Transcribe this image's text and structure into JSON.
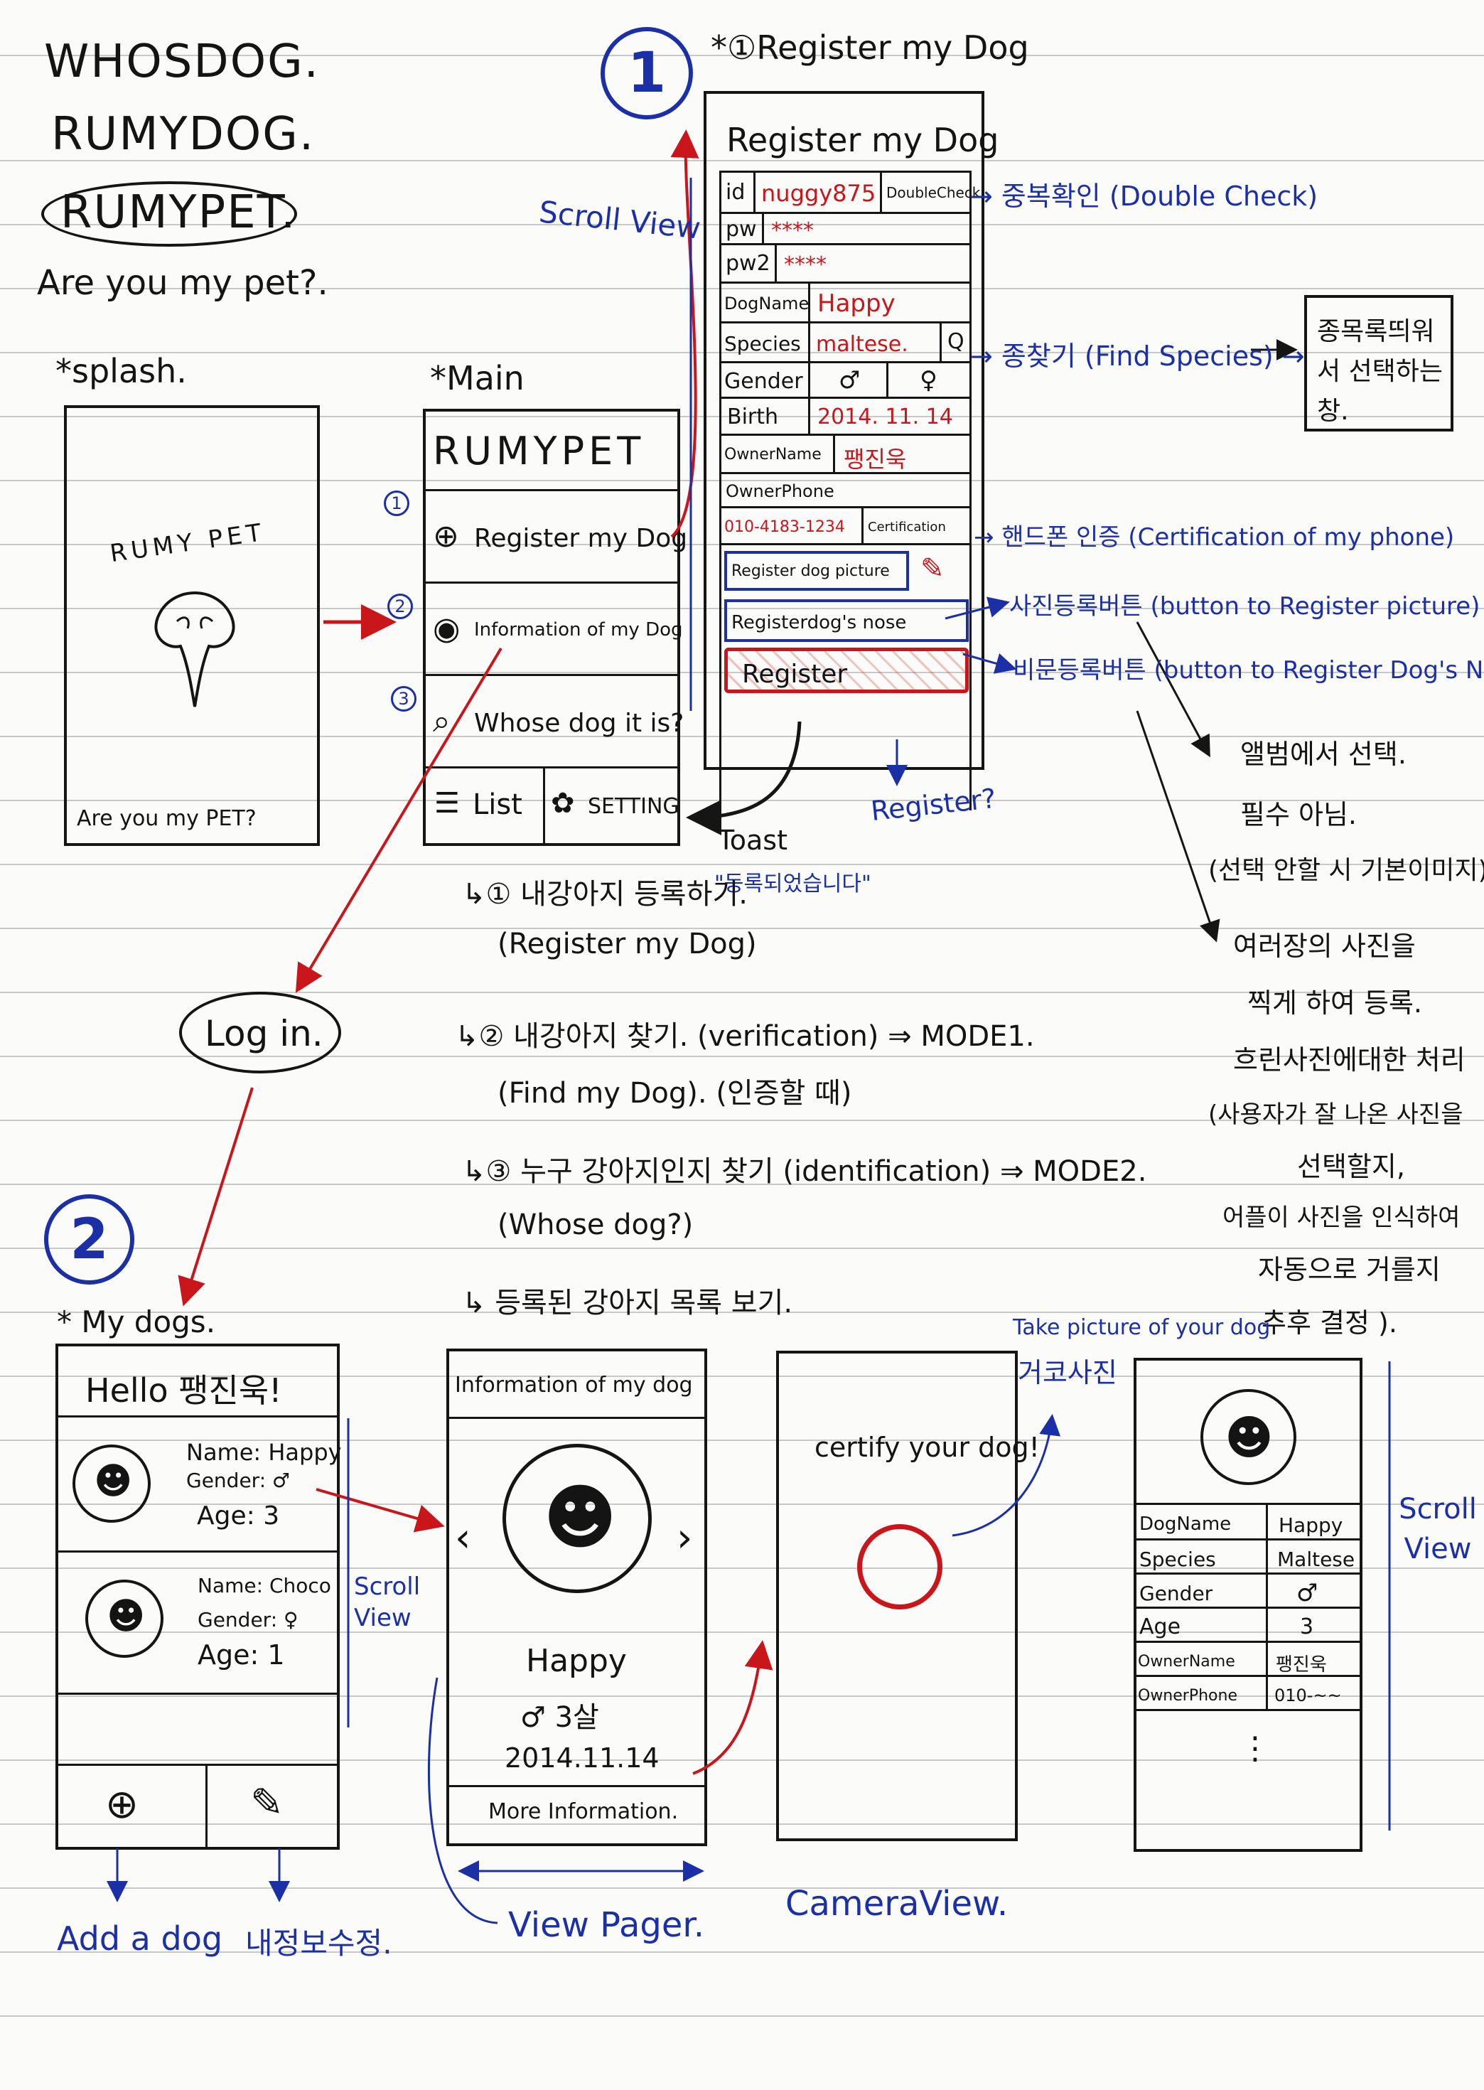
{
  "titles": {
    "line1": "WHOSDOG.",
    "line2": "RUMYDOG.",
    "line3": "RUMYPET.",
    "tagline": "Are you my pet?."
  },
  "splash": {
    "label": "*splash.",
    "logo_text": "RUMY PET",
    "footer": "Are you my PET?"
  },
  "main": {
    "label": "*Main",
    "header": "RUMYPET",
    "items": [
      {
        "num": "1",
        "icon": "plus-icon",
        "label": "Register my Dog"
      },
      {
        "num": "2",
        "icon": "dog-icon",
        "label": "Information of my Dog"
      },
      {
        "num": "3",
        "icon": "search-icon",
        "label": "Whose dog it is?"
      }
    ],
    "list_label": "List",
    "setting_label": "SETTING",
    "toast_label": "Toast",
    "toast_msg": "\"등록되었습니다\""
  },
  "notes": [
    {
      "text": "↳① 내강아지 등록하기.",
      "sub": "(Register my Dog)"
    },
    {
      "text": "↳② 내강아지 찾기.  (verification) ⇒ MODE1.",
      "sub": "(Find my Dog).   (인증할 때)"
    },
    {
      "text": "↳③ 누구 강아지인지 찾기 (identification) ⇒ MODE2.",
      "sub": "(Whose dog?)"
    },
    {
      "text": "↳ 등록된 강아지 목록 보기.",
      "sub": ""
    }
  ],
  "login": "Log in.",
  "register": {
    "section_num": "1",
    "label": "*①Register my Dog",
    "header": "Register my Dog",
    "scroll_view": "Scroll View",
    "fields": {
      "id_label": "id",
      "id_value": "nuggy875",
      "double_check": "DoubleCheck",
      "pw_label": "pw",
      "pw_value": "****",
      "pw2_label": "pw2",
      "pw2_value": "****",
      "dogname_label": "DogName",
      "dogname_value": "Happy",
      "species_label": "Species",
      "species_value": "maltese.",
      "species_btn": "Q",
      "gender_label": "Gender",
      "gender_m": "♂",
      "gender_f": "♀",
      "birth_label": "Birth",
      "birth_value": "2014. 11. 14",
      "owner_label": "OwnerName",
      "owner_value": "팽진욱",
      "phone_label": "OwnerPhone",
      "phone_value": "010-4183-1234",
      "cert_btn": "Certification",
      "picture_btn": "Register dog picture",
      "nose_btn": "Registerdog's nose",
      "register_btn": "Register"
    },
    "register_note": "Register?",
    "annotations": {
      "double_check": "→ 중복확인 (Double Check)",
      "find_species": "→ 종찾기 (Find Species) →",
      "species_box": "종목록띄워서 선택하는 창.",
      "phone_cert": "→ 핸드폰 인증 (Certification of my phone)",
      "pic_button": "사진등록버튼 (button to Register picture)",
      "nose_button": "비문등록버튼 (button to Register Dog's Nose)",
      "album_note": [
        "앨범에서 선택.",
        "필수 아님.",
        "(선택 안할 시 기본이미지)"
      ],
      "nose_note": [
        "여러장의 사진을",
        "찍게 하여 등록.",
        "흐린사진에대한 처리",
        "(사용자가 잘 나온 사진을",
        "선택할지,",
        "어플이 사진을 인식하여",
        "자동으로 거를지",
        "추후 결정 )."
      ]
    }
  },
  "mydogs": {
    "section_num": "2",
    "label": "* My dogs.",
    "header": "Hello 팽진욱!",
    "dogs": [
      {
        "name": "Name: Happy",
        "gender": "Gender: ♂",
        "age": "Age: 3"
      },
      {
        "name": "Name: Choco",
        "gender": "Gender: ♀",
        "age": "Age: 1"
      }
    ],
    "scroll_view": "Scroll View",
    "add_label": "Add a dog",
    "edit_label": "내정보수정."
  },
  "info": {
    "header": "Information of my dog",
    "name": "Happy",
    "gender_age": "♂  3살",
    "birth": "2014.11.14",
    "more": "More Information.",
    "view_pager": "View Pager."
  },
  "camera": {
    "title": "certify your dog!",
    "take_picture": "Take picture of your dog",
    "nose_photo": "거코사진",
    "camera_view": "CameraView."
  },
  "detail": {
    "rows": [
      [
        "DogName",
        "Happy"
      ],
      [
        "Species",
        "Maltese"
      ],
      [
        "Gender",
        "♂"
      ],
      [
        "Age",
        "3"
      ],
      [
        "OwnerName",
        "팽진욱"
      ],
      [
        "OwnerPhone",
        "010-~~"
      ]
    ],
    "dots": "⋮",
    "scroll_view": "Scroll View"
  }
}
